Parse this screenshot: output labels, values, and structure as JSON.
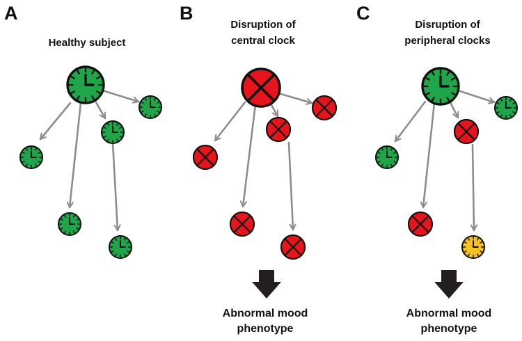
{
  "panels": [
    {
      "letter": "A",
      "title_lines": [
        "Healthy subject"
      ],
      "outcome_lines": [],
      "nodes": {
        "central": "healthy",
        "peripheral": [
          "healthy",
          "healthy",
          "healthy",
          "healthy",
          "healthy"
        ]
      }
    },
    {
      "letter": "B",
      "title_lines": [
        "Disruption of",
        "central clock"
      ],
      "outcome_lines": [
        "Abnormal mood",
        "phenotype"
      ],
      "nodes": {
        "central": "disrupted",
        "peripheral": [
          "disrupted",
          "disrupted",
          "disrupted",
          "disrupted",
          "disrupted"
        ]
      }
    },
    {
      "letter": "C",
      "title_lines": [
        "Disruption of",
        "peripheral clocks"
      ],
      "outcome_lines": [
        "Abnormal mood",
        "phenotype"
      ],
      "nodes": {
        "central": "healthy",
        "peripheral": [
          "healthy",
          "disrupted",
          "healthy",
          "disrupted",
          "shifted"
        ]
      }
    }
  ],
  "colors": {
    "healthy": "#1fa64a",
    "disrupted": "#e8141b",
    "shifted": "#f7c21e",
    "arrow": "#8c8c8c",
    "outcome_arrow": "#231f20",
    "outline": "#111111"
  }
}
